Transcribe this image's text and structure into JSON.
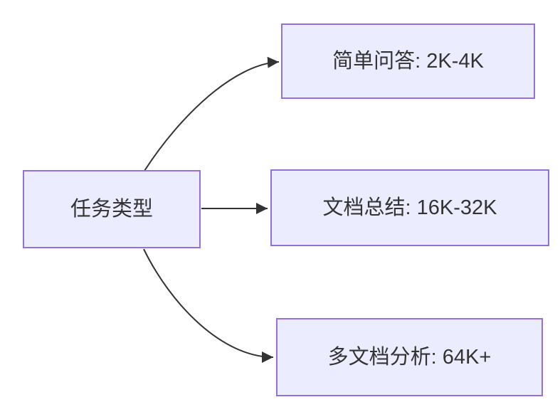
{
  "diagram": {
    "type": "flowchart",
    "root_node": {
      "label": "任务类型"
    },
    "branches": [
      {
        "id": "simple-qa",
        "label": "简单问答: 2K-4K"
      },
      {
        "id": "doc-summary",
        "label": "文档总结: 16K-32K"
      },
      {
        "id": "multi-doc",
        "label": "多文档分析: 64K+"
      }
    ],
    "edges": [
      {
        "from": "任务类型",
        "to": "简单问答: 2K-4K"
      },
      {
        "from": "任务类型",
        "to": "文档总结: 16K-32K"
      },
      {
        "from": "任务类型",
        "to": "多文档分析: 64K+"
      }
    ],
    "colors": {
      "node_fill": "#ECECFF",
      "node_border": "#9370DB",
      "arrow": "#333333",
      "text": "#333333",
      "background": "#FFFFFF"
    }
  }
}
